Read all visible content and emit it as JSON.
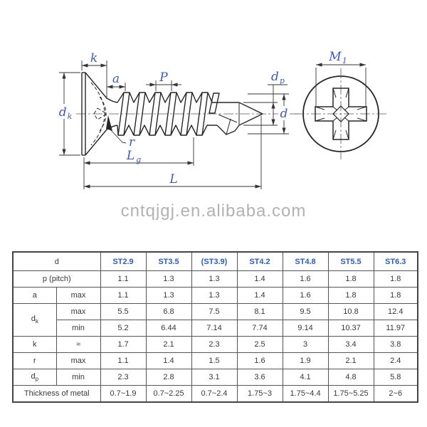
{
  "drawing": {
    "labels": {
      "k": "k",
      "a": "a",
      "p": "P",
      "d": "d",
      "r": "r",
      "L": "L",
      "dk": {
        "base": "d",
        "sub": "k"
      },
      "dp": {
        "base": "d",
        "sub": "p"
      },
      "lg": {
        "base": "L",
        "sub": "g"
      },
      "m1": {
        "base": "M",
        "sub": "1"
      }
    },
    "colors": {
      "label_blue": "#3c58c4",
      "line": "#262626"
    }
  },
  "watermark": {
    "text": "cntqjgj.en.alibaba.com",
    "color": "#b2b2b2"
  },
  "table": {
    "header_color": "#2a5cc4",
    "columns": [
      "ST2.9",
      "ST3.5",
      "(ST3.9)",
      "ST4.2",
      "ST4.8",
      "ST5.5",
      "ST6.3"
    ],
    "rows": [
      {
        "label": "d",
        "values": [
          "ST2.9",
          "ST3.5",
          "(ST3.9)",
          "ST4.2",
          "ST4.8",
          "ST5.5",
          "ST6.3"
        ]
      },
      {
        "label": "p (pitch)",
        "values": [
          "1.1",
          "1.3",
          "1.3",
          "1.4",
          "1.6",
          "1.8",
          "1.8"
        ]
      },
      {
        "label": "a",
        "qualifier": "max",
        "values": [
          "1.1",
          "1.3",
          "1.3",
          "1.4",
          "1.6",
          "1.8",
          "1.8"
        ]
      },
      {
        "label": {
          "base": "d",
          "sub": "k"
        },
        "qualifier": "max",
        "values": [
          "5.5",
          "6.8",
          "7.5",
          "8.1",
          "9.5",
          "10.8",
          "12.4"
        ]
      },
      {
        "qualifier": "min",
        "values": [
          "5.2",
          "6.44",
          "7.14",
          "7.74",
          "9.14",
          "10.37",
          "11.97"
        ]
      },
      {
        "label": "k",
        "qualifier": "≈",
        "values": [
          "1.7",
          "2.1",
          "2.3",
          "2.5",
          "3",
          "3.4",
          "3.8"
        ]
      },
      {
        "label": "r",
        "qualifier": "max",
        "values": [
          "1.1",
          "1.4",
          "1.5",
          "1.6",
          "1.9",
          "2.1",
          "2.4"
        ]
      },
      {
        "label": {
          "base": "d",
          "sub": "p"
        },
        "qualifier": "min",
        "values": [
          "2.3",
          "2.8",
          "3.1",
          "3.6",
          "4.1",
          "4.8",
          "5.8"
        ]
      },
      {
        "label": "Thickness of metal",
        "values": [
          "0.7~1.9",
          "0.7~2.25",
          "0.7~2.4",
          "1.75~3",
          "1.75~4.4",
          "1.75~5.25",
          "2~6"
        ]
      }
    ]
  }
}
